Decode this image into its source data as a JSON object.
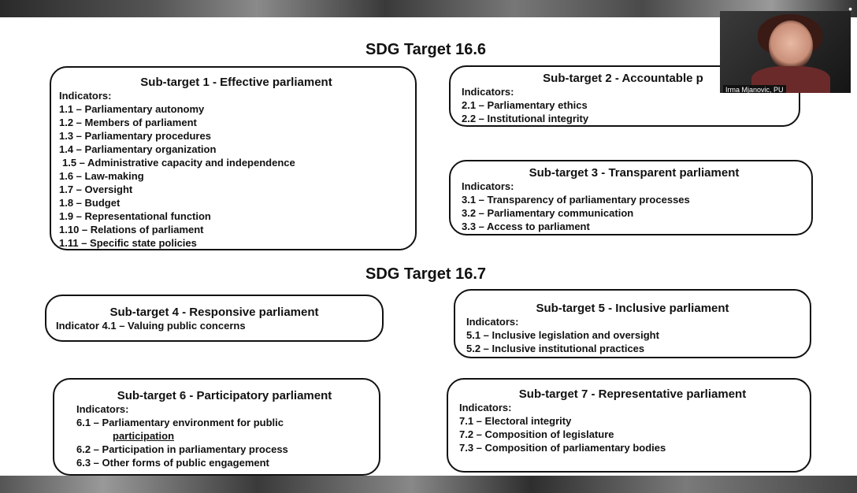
{
  "sdg_headings": [
    "SDG Target 16.6",
    "SDG Target 16.7"
  ],
  "subtargets": {
    "st1": {
      "title": "Sub-target 1 - Effective parliament",
      "indicators_label": "Indicators:",
      "items": [
        "1.1 – Parliamentary autonomy",
        "1.2 – Members of parliament",
        "1.3 – Parliamentary procedures",
        "1.4 – Parliamentary organization",
        "1.5 – Administrative capacity and independence",
        "1.6 – Law-making",
        "1.7 – Oversight",
        "1.8 – Budget",
        "1.9 – Representational function",
        "1.10 – Relations of parliament",
        "1.11 – Specific state policies"
      ]
    },
    "st2": {
      "title": "Sub-target 2 - Accountable p",
      "indicators_label": "Indicators:",
      "items": [
        "2.1 – Parliamentary ethics",
        "2.2 – Institutional integrity"
      ]
    },
    "st3": {
      "title": "Sub-target 3 - Transparent parliament",
      "indicators_label": "Indicators:",
      "items": [
        "3.1 – Transparency of parliamentary processes",
        "3.2 – Parliamentary communication",
        "3.3 – Access to parliament"
      ]
    },
    "st4": {
      "title": "Sub-target 4 - Responsive parliament",
      "items": [
        "Indicator 4.1 – Valuing public concerns"
      ]
    },
    "st5": {
      "title": "Sub-target 5 - Inclusive parliament",
      "indicators_label": "Indicators:",
      "items": [
        "5.1 – Inclusive legislation and oversight",
        "5.2 – Inclusive institutional practices"
      ]
    },
    "st6": {
      "title": "Sub-target 6 - Participatory parliament",
      "indicators_label": "Indicators:",
      "items": [
        "6.1 – Parliamentary environment for public",
        "participation",
        "6.2 – Participation in parliamentary process",
        "6.3 – Other forms of public engagement"
      ]
    },
    "st7": {
      "title": "Sub-target 7 - Representative parliament",
      "indicators_label": "Indicators:",
      "items": [
        "7.1 – Electoral integrity",
        "7.2 – Composition of legislature",
        "7.3 – Composition of parliamentary bodies"
      ]
    }
  },
  "video": {
    "participant_name": "Irma Mjanovic, PU"
  }
}
